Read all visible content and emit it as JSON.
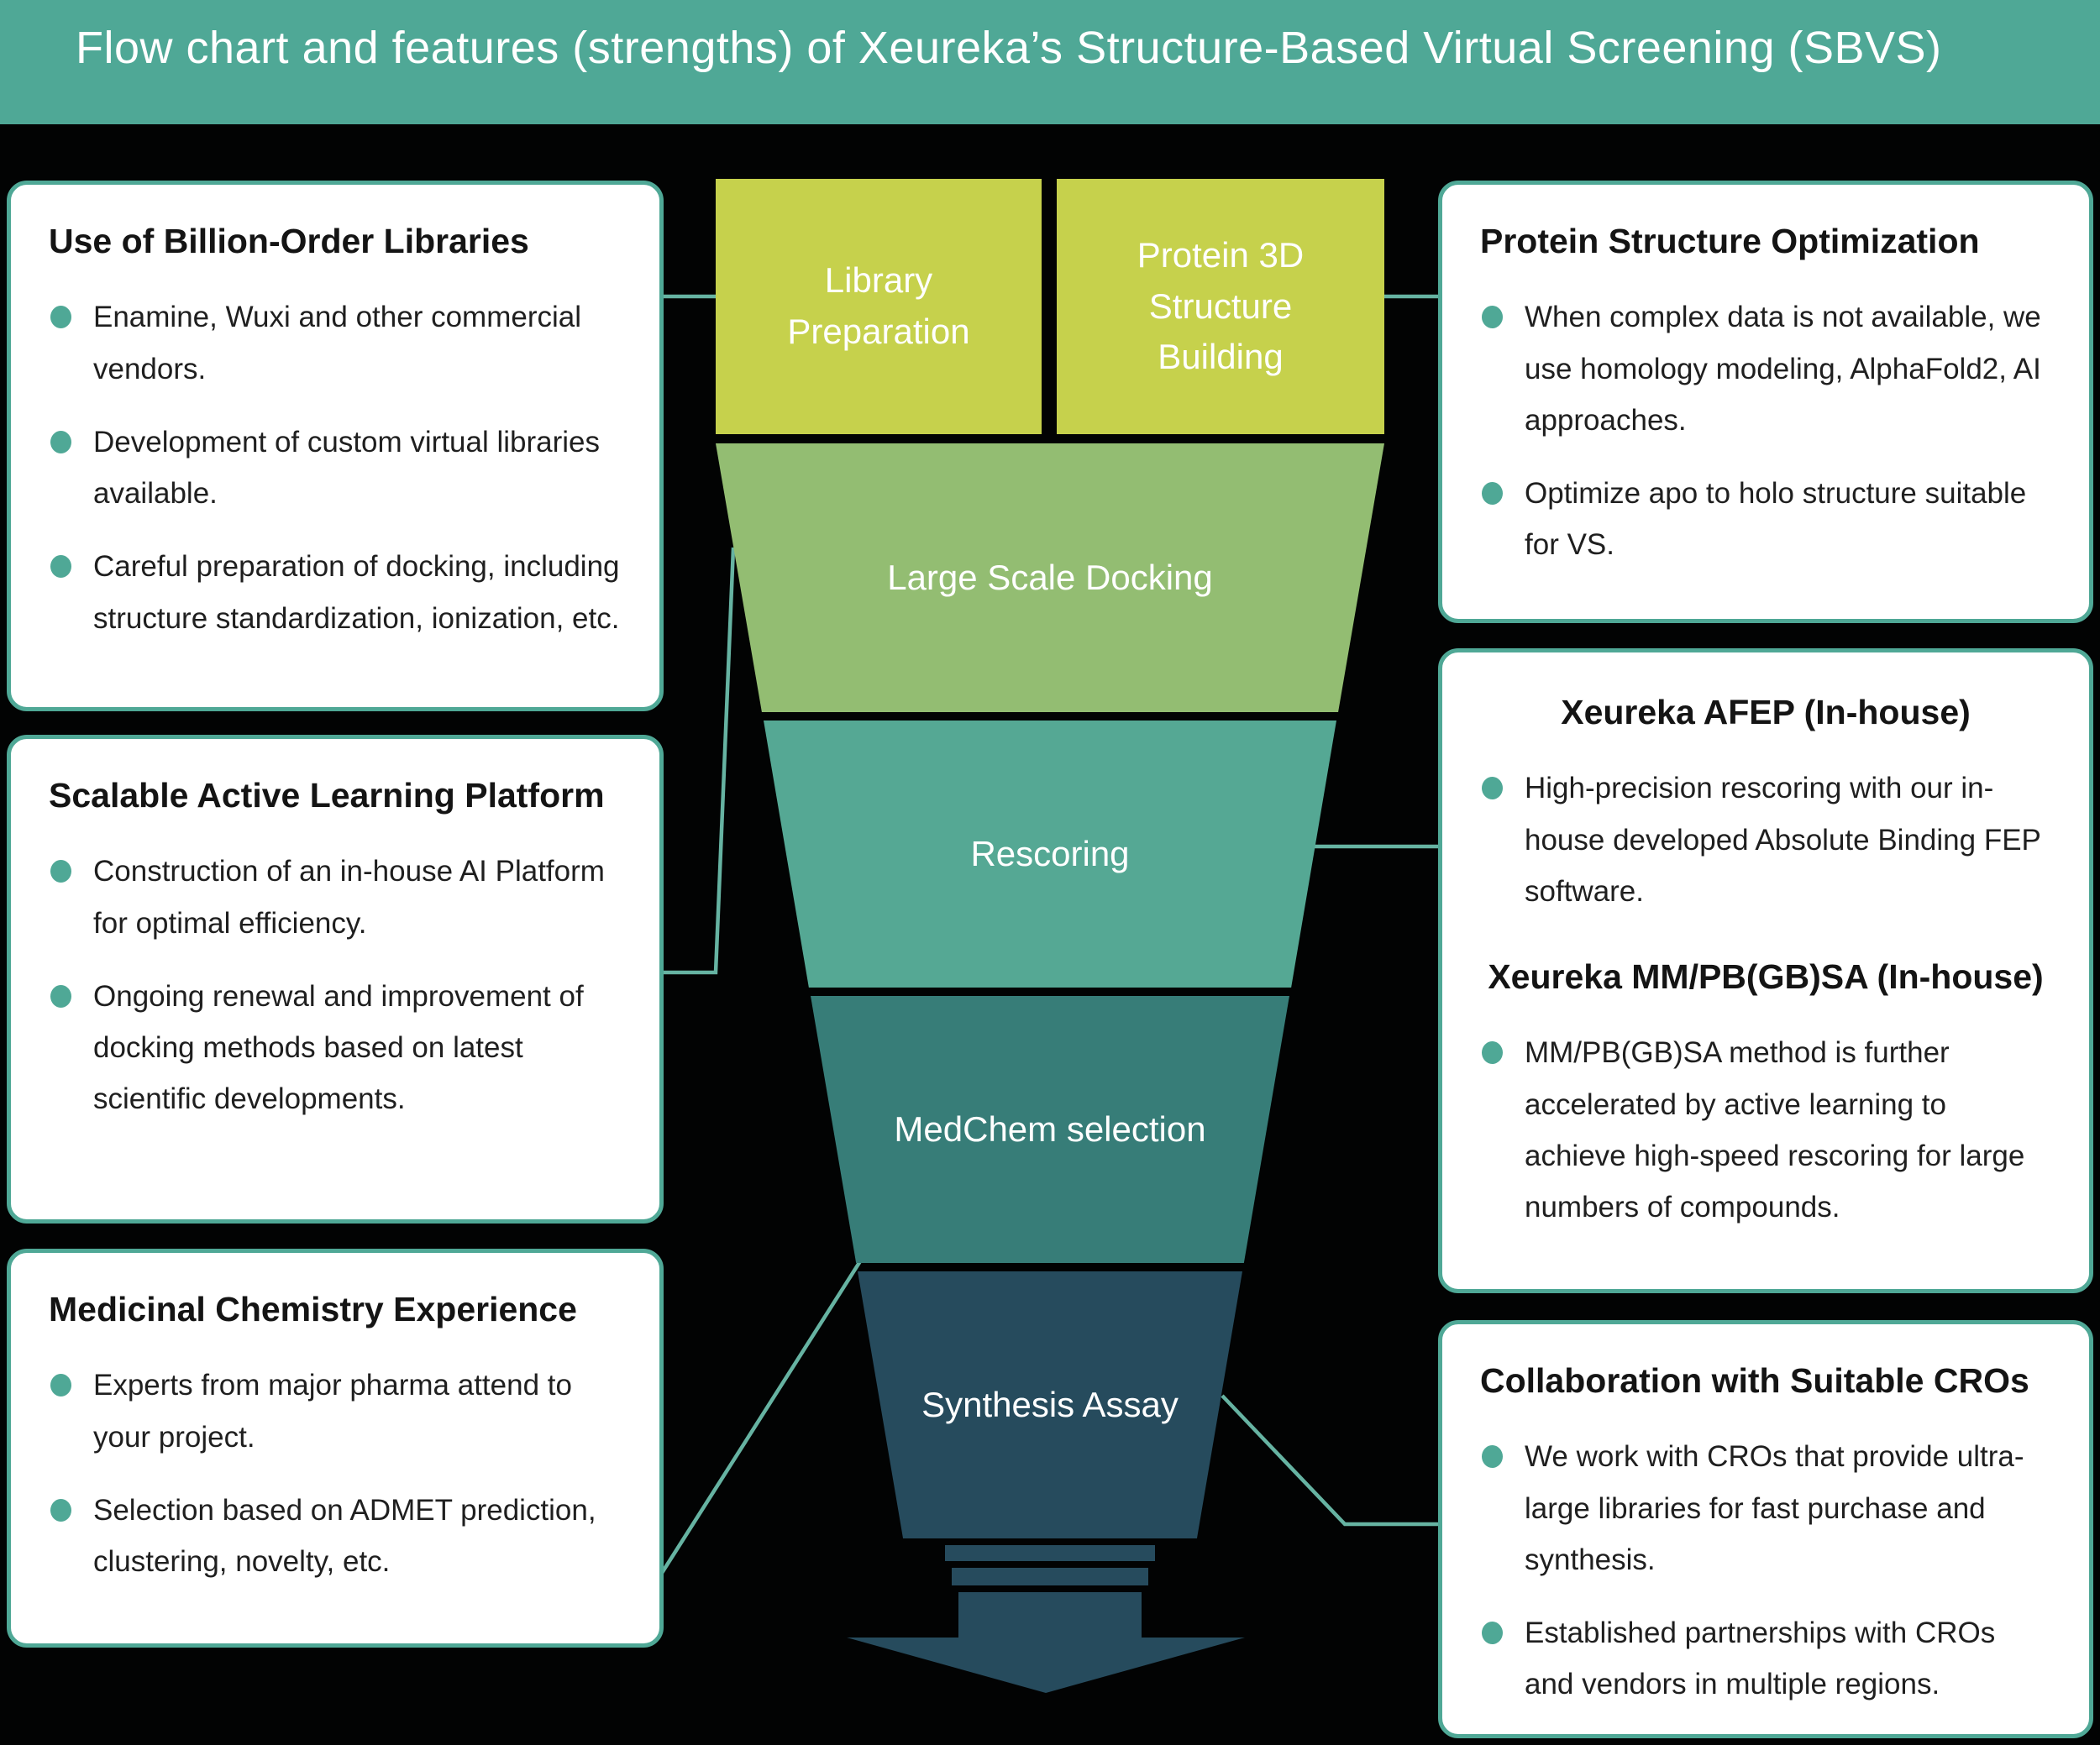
{
  "header": {
    "title": "Flow chart and features (strengths) of Xeureka’s Structure-Based Virtual Screening (SBVS)"
  },
  "colors": {
    "background": "#020303",
    "teal": "#4fa896",
    "connector": "#66b3a2",
    "box_bg": "#ffffff",
    "title_text": "#141414",
    "body_text": "#1f1f1f",
    "funnel_text": "#ffffff",
    "header_text": "#ffffff"
  },
  "left_boxes": [
    {
      "title": "Use of Billion-Order Libraries",
      "bullets": [
        "Enamine, Wuxi and other commercial vendors.",
        "Development of custom virtual libraries available.",
        "Careful preparation of docking, including structure standardization, ionization, etc."
      ]
    },
    {
      "title": "Scalable Active Learning Platform",
      "bullets": [
        "Construction of an in-house AI Platform for optimal efficiency.",
        "Ongoing renewal and improvement of docking methods based on latest scientific developments."
      ]
    },
    {
      "title": "Medicinal Chemistry Experience",
      "bullets": [
        "Experts from major pharma attend to your project.",
        "Selection based on ADMET prediction, clustering, novelty, etc."
      ]
    }
  ],
  "right_boxes": [
    {
      "title": "Protein Structure Optimization",
      "bullets": [
        "When complex data is not available, we use homology modeling, AlphaFold2, AI approaches.",
        "Optimize apo to holo structure suitable for VS."
      ]
    },
    {
      "sections": [
        {
          "title": "Xeureka AFEP (In-house)",
          "bullets": [
            "High-precision rescoring with our in-house developed Absolute Binding FEP software."
          ]
        },
        {
          "title": "Xeureka MM/PB(GB)SA (In-house)",
          "bullets": [
            "MM/PB(GB)SA method is further accelerated by active learning to achieve high-speed rescoring for large numbers of compounds."
          ]
        }
      ]
    },
    {
      "title": "Collaboration with Suitable CROs",
      "bullets": [
        "We work with CROs that provide ultra-large libraries for fast purchase and synthesis.",
        "Established partnerships with CROs and vendors in multiple regions."
      ]
    }
  ],
  "funnel": {
    "library_prep": {
      "label": "Library Preparation",
      "color": "#c6d14c"
    },
    "protein_3d": {
      "label": "Protein 3D Structure Building",
      "color": "#c6d14c"
    },
    "large_scale_docking": {
      "label": "Large Scale Docking",
      "color": "#93bd72"
    },
    "rescoring": {
      "label": "Rescoring",
      "color": "#55a894"
    },
    "medchem": {
      "label": "MedChem selection",
      "color": "#377d78"
    },
    "synthesis": {
      "label": "Synthesis Assay",
      "color": "#264b5d"
    },
    "arrow_color": "#264b5d"
  }
}
